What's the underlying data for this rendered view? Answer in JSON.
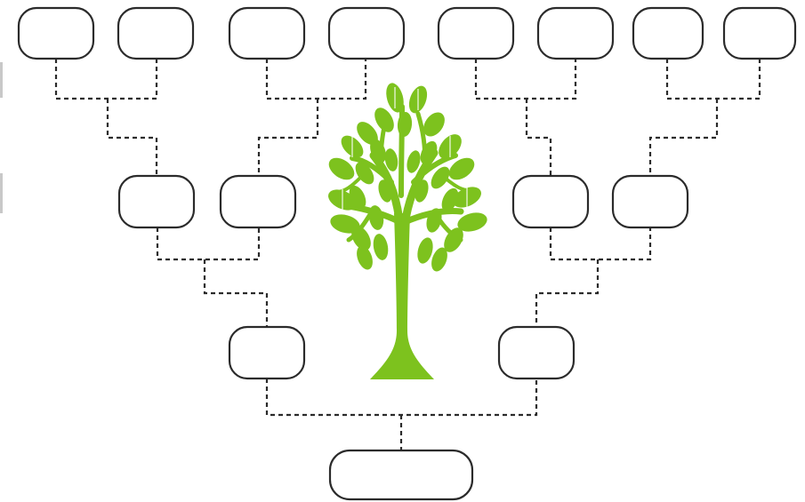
{
  "diagram": {
    "type": "family-tree",
    "colors": {
      "tree": "#7dc21e",
      "outline": "#2b2b2b",
      "background": "#ffffff"
    },
    "generations": [
      {
        "level": "root",
        "members": [
          ""
        ]
      },
      {
        "level": "parents",
        "members": [
          "",
          ""
        ]
      },
      {
        "level": "grandparents",
        "members": [
          "",
          "",
          "",
          ""
        ]
      },
      {
        "level": "great-grandparents",
        "members": [
          "",
          "",
          "",
          "",
          "",
          "",
          "",
          ""
        ]
      }
    ],
    "center_image": "green-tree-icon"
  }
}
